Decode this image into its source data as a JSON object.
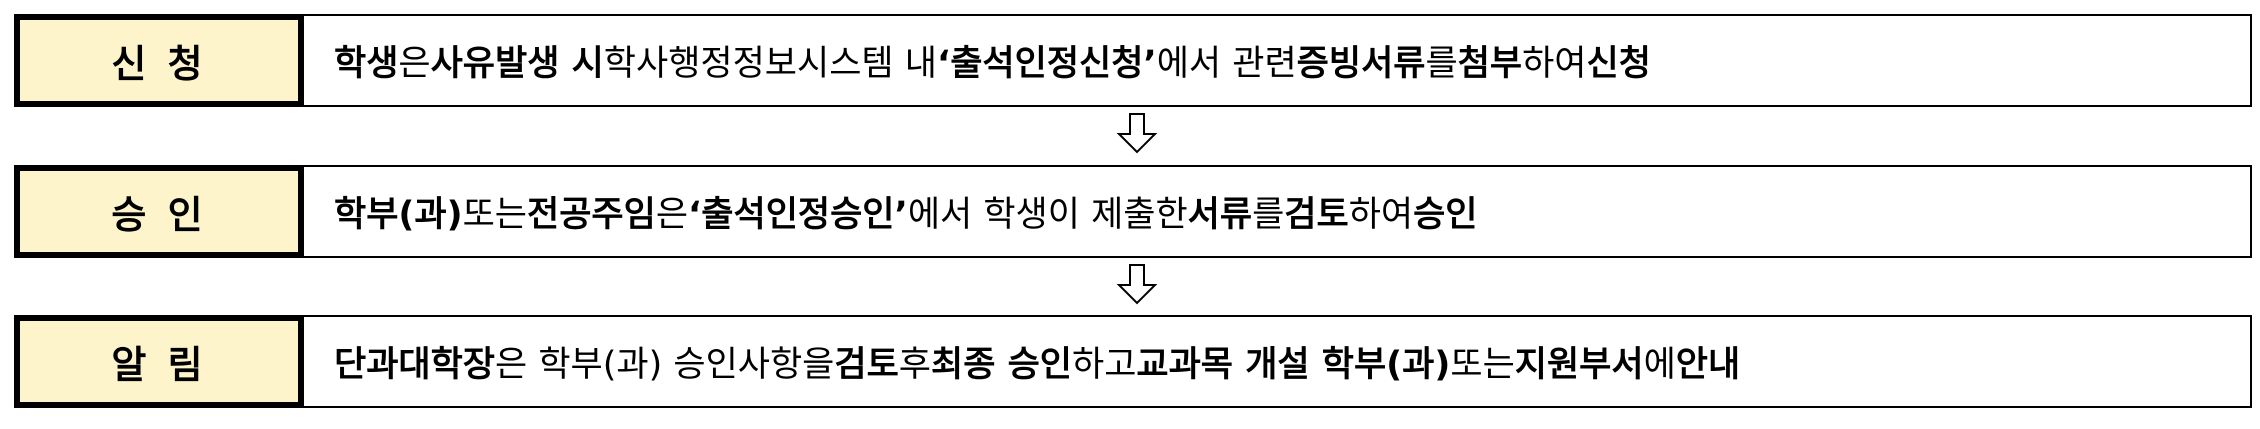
{
  "steps": [
    {
      "label": "신 청",
      "segments": [
        {
          "t": "학생",
          "b": true
        },
        {
          "t": "은 "
        },
        {
          "t": "사유발생 시",
          "b": true
        },
        {
          "t": " 학사행정정보시스템 내 "
        },
        {
          "t": "‘출석인정신청’",
          "b": true
        },
        {
          "t": "에서 관련 "
        },
        {
          "t": "증빙서류",
          "b": true
        },
        {
          "t": "를 "
        },
        {
          "t": "첨부",
          "b": true
        },
        {
          "t": "하여 "
        },
        {
          "t": "신청",
          "b": true
        }
      ]
    },
    {
      "label": "승 인",
      "segments": [
        {
          "t": "학부(과)",
          "b": true
        },
        {
          "t": " 또는 "
        },
        {
          "t": "전공주임",
          "b": true
        },
        {
          "t": "은 "
        },
        {
          "t": "‘출석인정승인’",
          "b": true
        },
        {
          "t": "에서 학생이 제출한 "
        },
        {
          "t": "서류",
          "b": true
        },
        {
          "t": "를 "
        },
        {
          "t": "검토",
          "b": true
        },
        {
          "t": "하여 "
        },
        {
          "t": "승인",
          "b": true
        }
      ]
    },
    {
      "label": "알 림",
      "segments": [
        {
          "t": "단과대학장",
          "b": true
        },
        {
          "t": "은 학부(과) 승인사항을 "
        },
        {
          "t": "검토",
          "b": true
        },
        {
          "t": " 후 "
        },
        {
          "t": "최종 승인",
          "b": true
        },
        {
          "t": "하고 "
        },
        {
          "t": "교과목 개설 학부(과)",
          "b": true
        },
        {
          "t": " 또는 "
        },
        {
          "t": "지원부서",
          "b": true
        },
        {
          "t": "에 "
        },
        {
          "t": "안내",
          "b": true
        }
      ]
    }
  ]
}
